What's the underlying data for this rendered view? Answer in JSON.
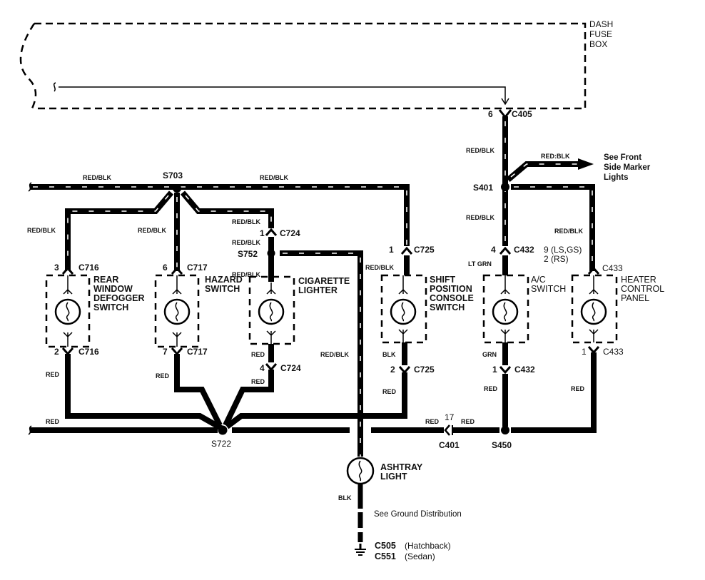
{
  "title": "Ashtray / Switch Illumination Circuit",
  "fuse_box": {
    "label_line1": "DASH",
    "label_line2": "FUSE",
    "label_line3": "BOX"
  },
  "connectors": {
    "c405": {
      "pin": "6",
      "name": "C405"
    },
    "c716_top": {
      "pin": "3",
      "name": "C716"
    },
    "c716_bot": {
      "pin": "2",
      "name": "C716"
    },
    "c717_top": {
      "pin": "6",
      "name": "C717"
    },
    "c717_bot": {
      "pin": "7",
      "name": "C717"
    },
    "c724_top": {
      "pin": "1",
      "name": "C724"
    },
    "c724_bot": {
      "pin": "4",
      "name": "C724"
    },
    "c725_top": {
      "pin": "1",
      "name": "C725"
    },
    "c725_bot": {
      "pin": "2",
      "name": "C725"
    },
    "c432_top": {
      "pin": "4",
      "name": "C432"
    },
    "c432_bot": {
      "pin": "1",
      "name": "C432"
    },
    "c433_top": {
      "pin_line1": "9 (LS,GS)",
      "pin_line2": "2 (RS)",
      "name": "C433"
    },
    "c433_bot": {
      "pin": "1",
      "name": "C433"
    },
    "c401": {
      "pin": "17",
      "name": "C401"
    }
  },
  "splices": {
    "s703": "S703",
    "s752": "S752",
    "s401": "S401",
    "s722": "S722",
    "s450": "S450"
  },
  "wire_colors": {
    "red_blk": "RED/BLK",
    "red_blk_alt": "RED:BLK",
    "red": "RED",
    "blk": "BLK",
    "grn": "GRN",
    "lt_grn": "LT GRN"
  },
  "components": {
    "rear_defogger": [
      "REAR",
      "WINDOW",
      "DEFOGGER",
      "SWITCH"
    ],
    "hazard": [
      "HAZARD",
      "SWITCH"
    ],
    "cigarette": [
      "CIGARETTE",
      "LIGHTER"
    ],
    "shift": [
      "SHIFT",
      "POSITION",
      "CONSOLE",
      "SWITCH"
    ],
    "ac": [
      "A/C",
      "SWITCH"
    ],
    "heater": [
      "HEATER",
      "CONTROL",
      "PANEL"
    ],
    "ashtray": [
      "ASHTRAY",
      "LIGHT"
    ]
  },
  "notes": {
    "front_marker": [
      "See Front",
      "Side Marker",
      "Lights"
    ],
    "ground": "See Ground Distribution",
    "ground_c505": "C505",
    "ground_c505_note": "(Hatchback)",
    "ground_c551": "C551",
    "ground_c551_note": "(Sedan)"
  }
}
